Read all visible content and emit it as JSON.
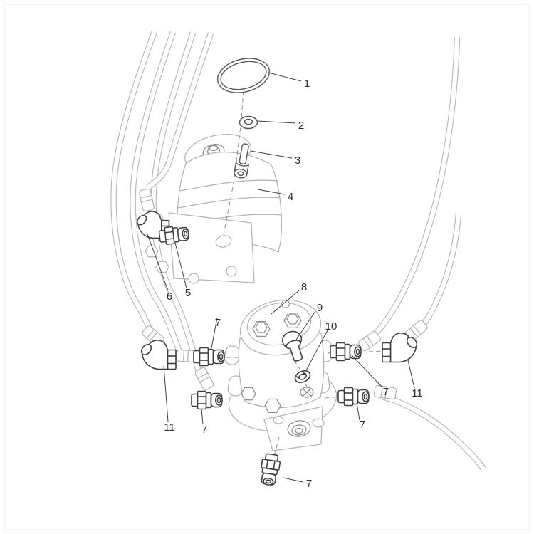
{
  "colors": {
    "background": "#ffffff",
    "outline_light": "#b2b4b4",
    "outline_dark": "#3f4040",
    "label_text": "#2b2b2b"
  },
  "callouts": [
    {
      "number": "1",
      "part": "o-ring-large"
    },
    {
      "number": "2",
      "part": "seal-washer"
    },
    {
      "number": "3",
      "part": "socket-head-bolt"
    },
    {
      "number": "4",
      "part": "upper-hydraulic-motor"
    },
    {
      "number": "5",
      "part": "straight-fitting-upper-motor"
    },
    {
      "number": "6",
      "part": "elbow-fitting-upper-motor"
    },
    {
      "number": "7",
      "part": "straight-fitting-left-upper"
    },
    {
      "number": "8",
      "part": "lower-hydraulic-motor"
    },
    {
      "number": "9",
      "part": "plug-bolt"
    },
    {
      "number": "10",
      "part": "o-ring-small"
    },
    {
      "number": "7",
      "part": "straight-fitting-right-upper"
    },
    {
      "number": "11",
      "part": "elbow-fitting-right"
    },
    {
      "number": "7",
      "part": "straight-fitting-right-lower"
    },
    {
      "number": "11",
      "part": "elbow-fitting-left"
    },
    {
      "number": "7",
      "part": "straight-fitting-left-lower"
    },
    {
      "number": "7",
      "part": "straight-fitting-bottom"
    }
  ]
}
